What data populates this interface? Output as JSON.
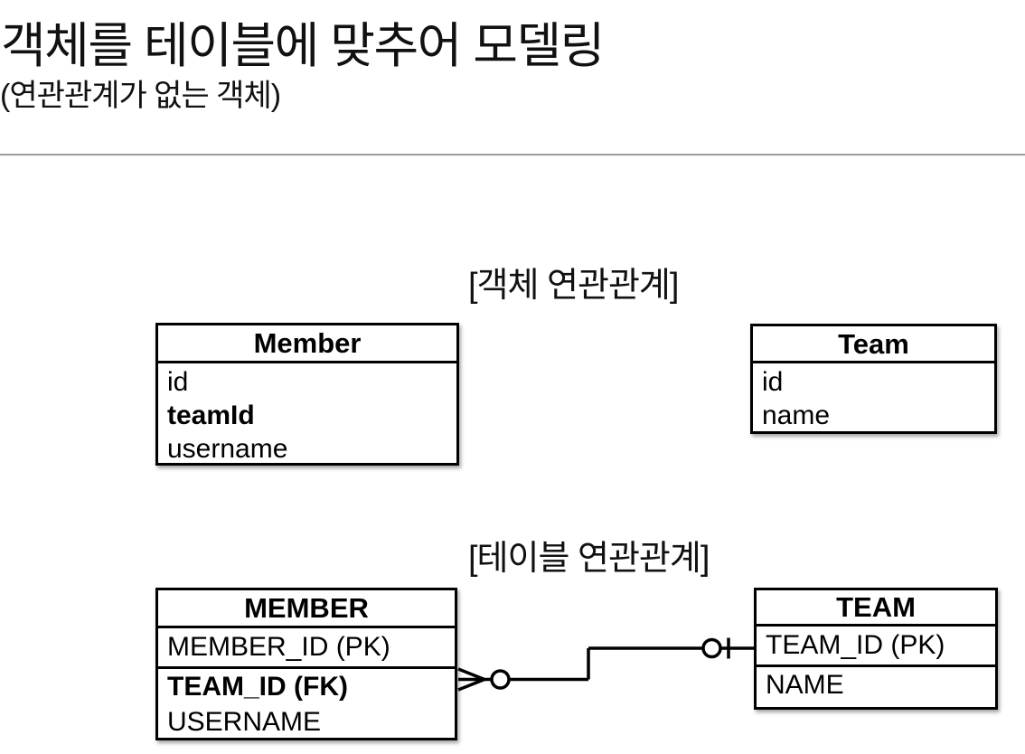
{
  "slide": {
    "title": "객체를 테이블에 맞추어 모델링",
    "subtitle": "(연관관계가 없는 객체)"
  },
  "sections": {
    "object": {
      "label": "[객체 연관관계]"
    },
    "table": {
      "label": "[테이블 연관관계]"
    }
  },
  "object_diagram": {
    "member": {
      "title": "Member",
      "fields": [
        "id",
        "teamId",
        "username"
      ],
      "emphasized_field": "teamId"
    },
    "team": {
      "title": "Team",
      "fields": [
        "id",
        "name"
      ]
    }
  },
  "table_diagram": {
    "member": {
      "title": "MEMBER",
      "key_row": "MEMBER_ID (PK)",
      "fields": [
        "TEAM_ID (FK)",
        "USERNAME"
      ],
      "emphasized_field": "TEAM_ID (FK)"
    },
    "team": {
      "title": "TEAM",
      "key_row": "TEAM_ID (PK)",
      "fields": [
        "NAME"
      ]
    },
    "relationship": {
      "from": "MEMBER.TEAM_ID (FK)",
      "to": "TEAM.TEAM_ID (PK)",
      "member_end": "many-optional (crow's foot + circle)",
      "team_end": "one-optional (circle + bar)"
    }
  },
  "colors": {
    "background": "#ffffff",
    "text": "#111111",
    "box_border": "#000000",
    "divider": "#9c9c9c"
  }
}
